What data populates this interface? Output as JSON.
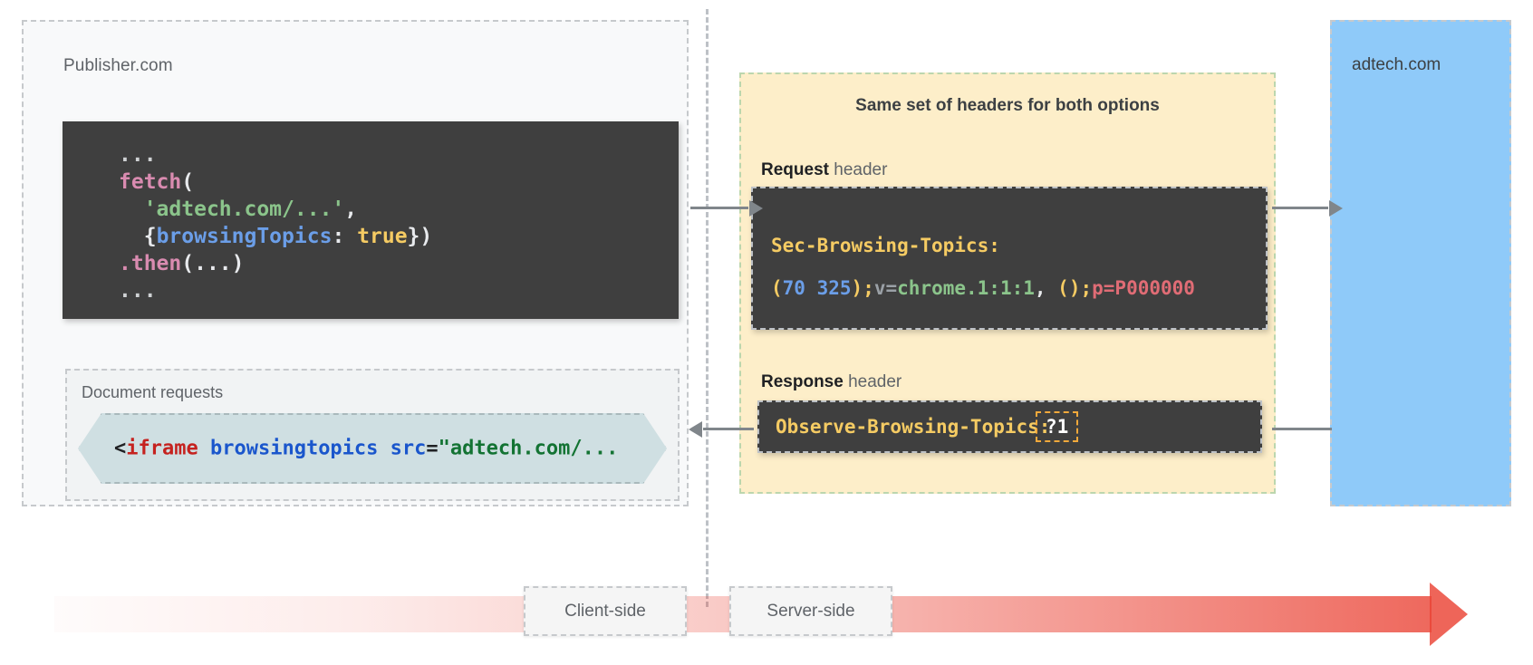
{
  "publisher": {
    "label": "Publisher.com",
    "fetch_code": {
      "lines": [
        "...",
        "fetch(",
        "  'adtech.com/...',",
        "  {browsingTopics: true})",
        ".then(...)",
        "..."
      ],
      "tokens": {
        "ellipsis": "...",
        "fn_fetch": "fetch",
        "open_paren": "(",
        "string_url": "'adtech.com/...'",
        "comma": ",",
        "brace_open": "{",
        "prop": "browsingTopics",
        "colon": ":",
        "bool": "true",
        "brace_close": "}",
        "close_paren": ")",
        "then": ".then",
        "then_args": "(...)"
      }
    },
    "document_requests": {
      "label": "Document requests",
      "code": "<iframe browsingtopics src=\"adtech.com/...",
      "tokens": {
        "lt": "<",
        "tag": "iframe",
        "attr_topics": "browsingtopics",
        "attr_src": "src",
        "eq": "=",
        "value": "\"adtech.com/..."
      }
    }
  },
  "headers_panel": {
    "title": "Same set of headers for both options",
    "request": {
      "label_strong": "Request",
      "label_rest": " header",
      "name": "Sec-Browsing-Topics:",
      "value_tokens": {
        "open_paren": "(",
        "topic_a": "70",
        "space": " ",
        "topic_b": "325",
        "close_paren": ")",
        "semi1": ";",
        "v_key": "v=",
        "v_value": "chrome.1:1:1",
        "comma_space": ", ",
        "empty_parens": "()",
        "semi2": ";",
        "p_key": "p=",
        "p_value": "P000000"
      },
      "value_full": "(70 325);v=chrome.1:1:1, ();p=P000000"
    },
    "response": {
      "label_strong": "Response",
      "label_rest": " header",
      "name": "Observe-Browsing-Topics:",
      "highlighted_value": "?1"
    }
  },
  "adtech": {
    "label": "adtech.com"
  },
  "timeline": {
    "client_side": "Client-side",
    "server_side": "Server-side"
  },
  "colors": {
    "code_background": "#3f3f3f",
    "headers_panel_background": "#fdeec9",
    "adtech_background": "#8fcaf9",
    "iframe_chip_background": "#cfdfe2",
    "arrow_gray": "#80868b",
    "timeline_accent": "#ea4335",
    "header_name_yellow": "#f5cb63",
    "highlight_border": "#f2a93b"
  }
}
